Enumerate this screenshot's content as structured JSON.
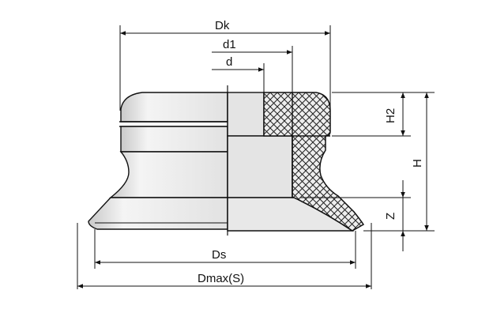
{
  "drawing": {
    "subject": "suction cup cross-section",
    "colors": {
      "background": "#ffffff",
      "body_fill": "#eaeaea",
      "shade_fill": "#d6d6d6",
      "line": "#111111",
      "hatch": "#222222"
    },
    "dimensions": {
      "Dk": "Dk",
      "d1": "d1",
      "d": "d",
      "H2": "H2",
      "H": "H",
      "Z": "Z",
      "Ds": "Ds",
      "Dmax": "Dmax(S)"
    }
  }
}
